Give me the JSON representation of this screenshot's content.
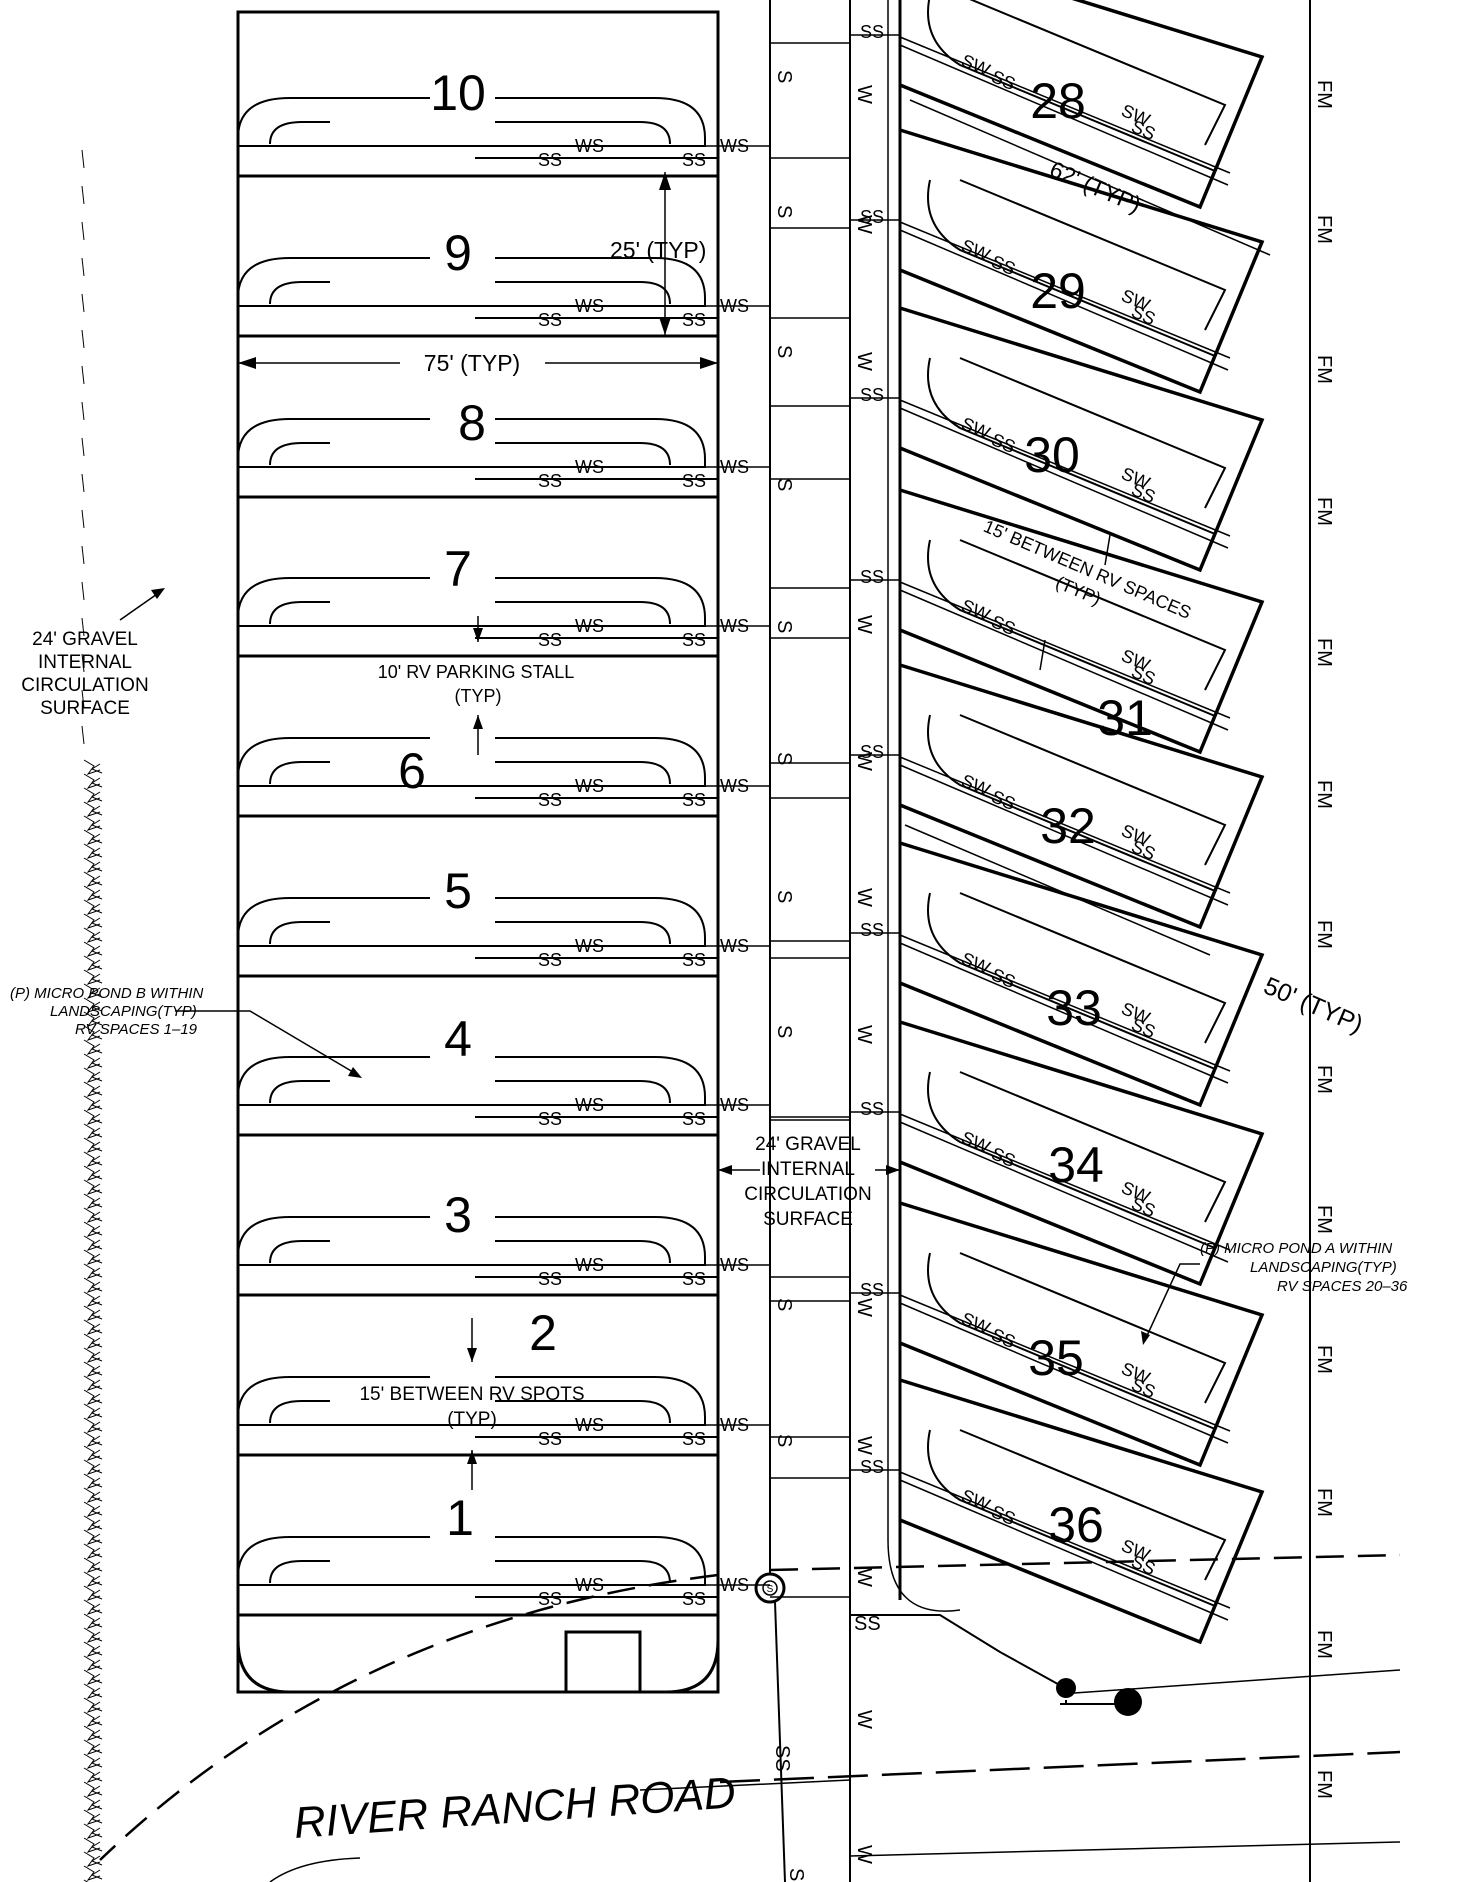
{
  "left_stalls": {
    "numbers": [
      "10",
      "9",
      "8",
      "7",
      "6",
      "5",
      "4",
      "3",
      "2",
      "1"
    ],
    "ss_label": "SS",
    "ws_label": "WS"
  },
  "right_stalls": {
    "numbers": [
      "28",
      "29",
      "30",
      "31",
      "32",
      "33",
      "34",
      "35",
      "36"
    ],
    "sw_label": "SW",
    "ss_label": "SS"
  },
  "utility_labels": {
    "s": "S",
    "w": "W",
    "ss": "SS",
    "fm": "FM"
  },
  "dimensions": {
    "stall_spacing": "25' (TYP)",
    "stall_length": "75' (TYP)",
    "angled_length": "62' (TYP)",
    "angled_spacing": "50' (TYP)"
  },
  "annotations": {
    "gravel_left": [
      "24' GRAVEL",
      "INTERNAL",
      "CIRCULATION",
      "SURFACE"
    ],
    "gravel_center": [
      "24' GRAVEL",
      "INTERNAL",
      "CIRCULATION",
      "SURFACE"
    ],
    "parking_stall": [
      "10' RV PARKING STALL",
      "(TYP)"
    ],
    "between_spots": [
      "15' BETWEEN RV SPOTS",
      "(TYP)"
    ],
    "between_spaces": [
      "15' BETWEEN RV SPACES",
      "(TYP)"
    ],
    "pond_b": [
      "(P)  MICRO  POND  B  WITHIN",
      "LANDSCAPING(TYP)",
      "RV  SPACES  1–19"
    ],
    "pond_a": [
      "(P)  MICRO  POND  A  WITHIN",
      "LANDSCAPING(TYP)",
      "RV  SPACES  20–36"
    ],
    "road_name": "RIVER  RANCH  ROAD",
    "manhole_symbol": "S"
  }
}
